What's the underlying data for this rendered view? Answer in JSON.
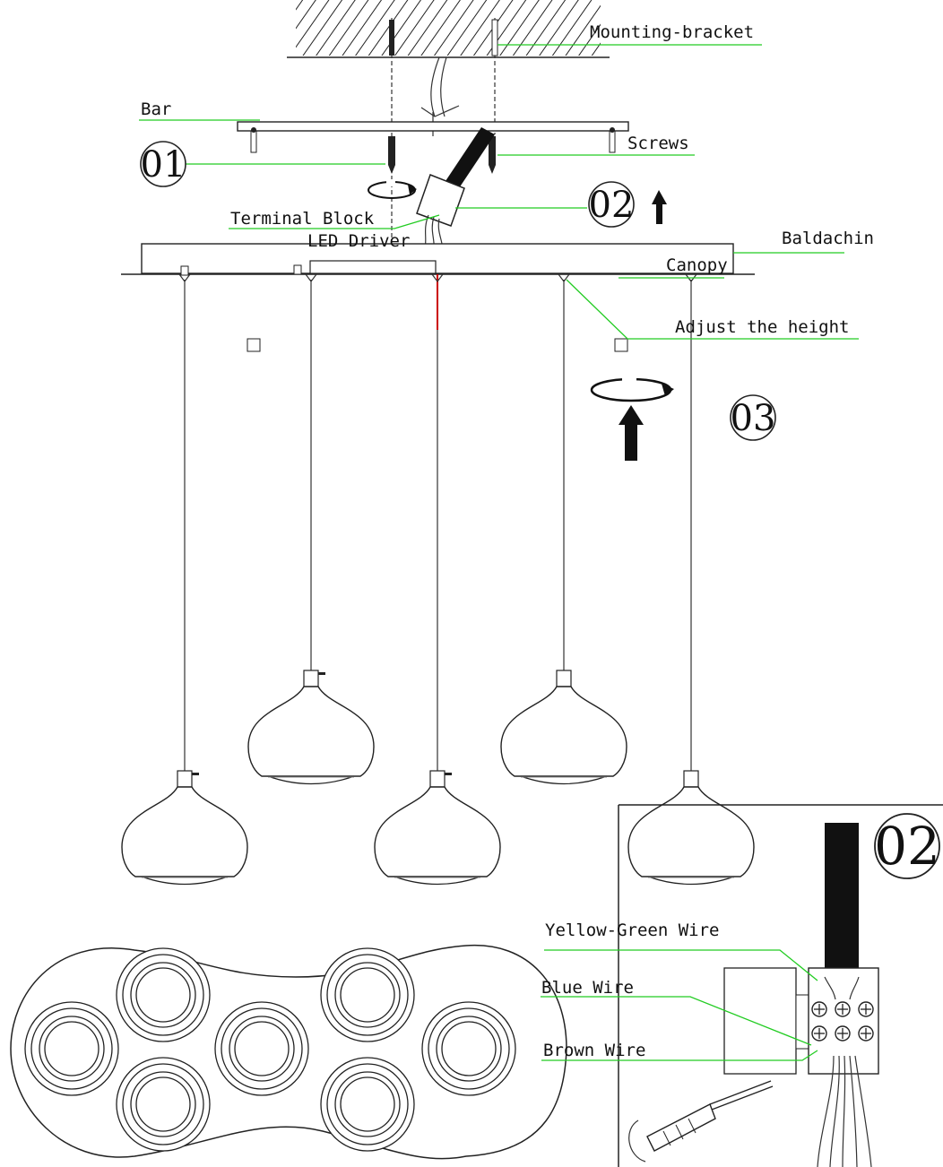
{
  "labels": {
    "mounting_bracket": "Mounting-bracket",
    "bar": "Bar",
    "screws": "Screws",
    "terminal_block": "Terminal Block",
    "led_driver": "LED Driver",
    "baldachin": "Baldachin",
    "canopy": "Canopy",
    "adjust_height": "Adjust the height",
    "yellow_green_wire": "Yellow-Green Wire",
    "blue_wire": "Blue Wire",
    "brown_wire": "Brown Wire"
  },
  "steps": {
    "step1": "01",
    "step2": "02",
    "step3": "03",
    "detail": "02"
  },
  "colors": {
    "leader": "#22cc22",
    "red_wire": "#cc0000"
  },
  "icons": [
    "rotate-arrow-icon",
    "up-arrow-icon",
    "screwdriver-icon"
  ]
}
